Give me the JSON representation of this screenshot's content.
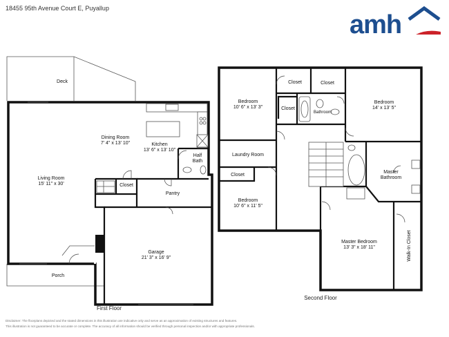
{
  "header": {
    "address": "18455 95th Avenue Court E, Puyallup",
    "brand": "amh",
    "brand_color": "#1d4e8f",
    "roof_color": "#cc2229"
  },
  "first_floor": {
    "caption": "First Floor",
    "rooms": {
      "deck": {
        "name": "Deck",
        "dims": ""
      },
      "dining": {
        "name": "Dining Room",
        "dims": "7' 4\" x 13' 10\""
      },
      "kitchen": {
        "name": "Kitchen",
        "dims": "13' 6\" x 13' 10\""
      },
      "half_bath": {
        "name": "Half",
        "name2": "Bath"
      },
      "living": {
        "name": "Living Room",
        "dims": "15' 11\" x 30'"
      },
      "closet": {
        "name": "Closet"
      },
      "pantry": {
        "name": "Pantry"
      },
      "garage": {
        "name": "Garage",
        "dims": "21' 3\" x 16' 9\""
      },
      "porch": {
        "name": "Porch"
      }
    }
  },
  "second_floor": {
    "caption": "Second Floor",
    "rooms": {
      "bedroom1": {
        "name": "Bedroom",
        "dims": "10' 6\" x 13' 3\""
      },
      "closet_a": {
        "name": "Closet"
      },
      "closet_b": {
        "name": "Closet"
      },
      "closet_c": {
        "name": "Closet"
      },
      "bathroom": {
        "name": "Bathroom"
      },
      "bedroom2": {
        "name": "Bedroom",
        "dims": "14' x 13' 5\""
      },
      "laundry": {
        "name": "Laundry Room"
      },
      "master_bath": {
        "name": "Master",
        "name2": "Bathroom"
      },
      "closet_d": {
        "name": "Closet"
      },
      "bedroom3": {
        "name": "Bedroom",
        "dims": "10' 6\" x 11' 5\""
      },
      "master_bed": {
        "name": "Master Bedroom",
        "dims": "13' 3\" x 18' 11\""
      },
      "walkin": {
        "name": "Walk-In Closet"
      }
    }
  },
  "disclaimer": {
    "line1": "Disclaimer: The floorplans depicted and the stated dimensions in this illustration are indicative only and serve as an approximation of existing structures and features.",
    "line2": "This illustration is not guaranteed to be accurate or complete. The accuracy of all information should be verified through personal inspection and/or with appropriate professionals."
  }
}
